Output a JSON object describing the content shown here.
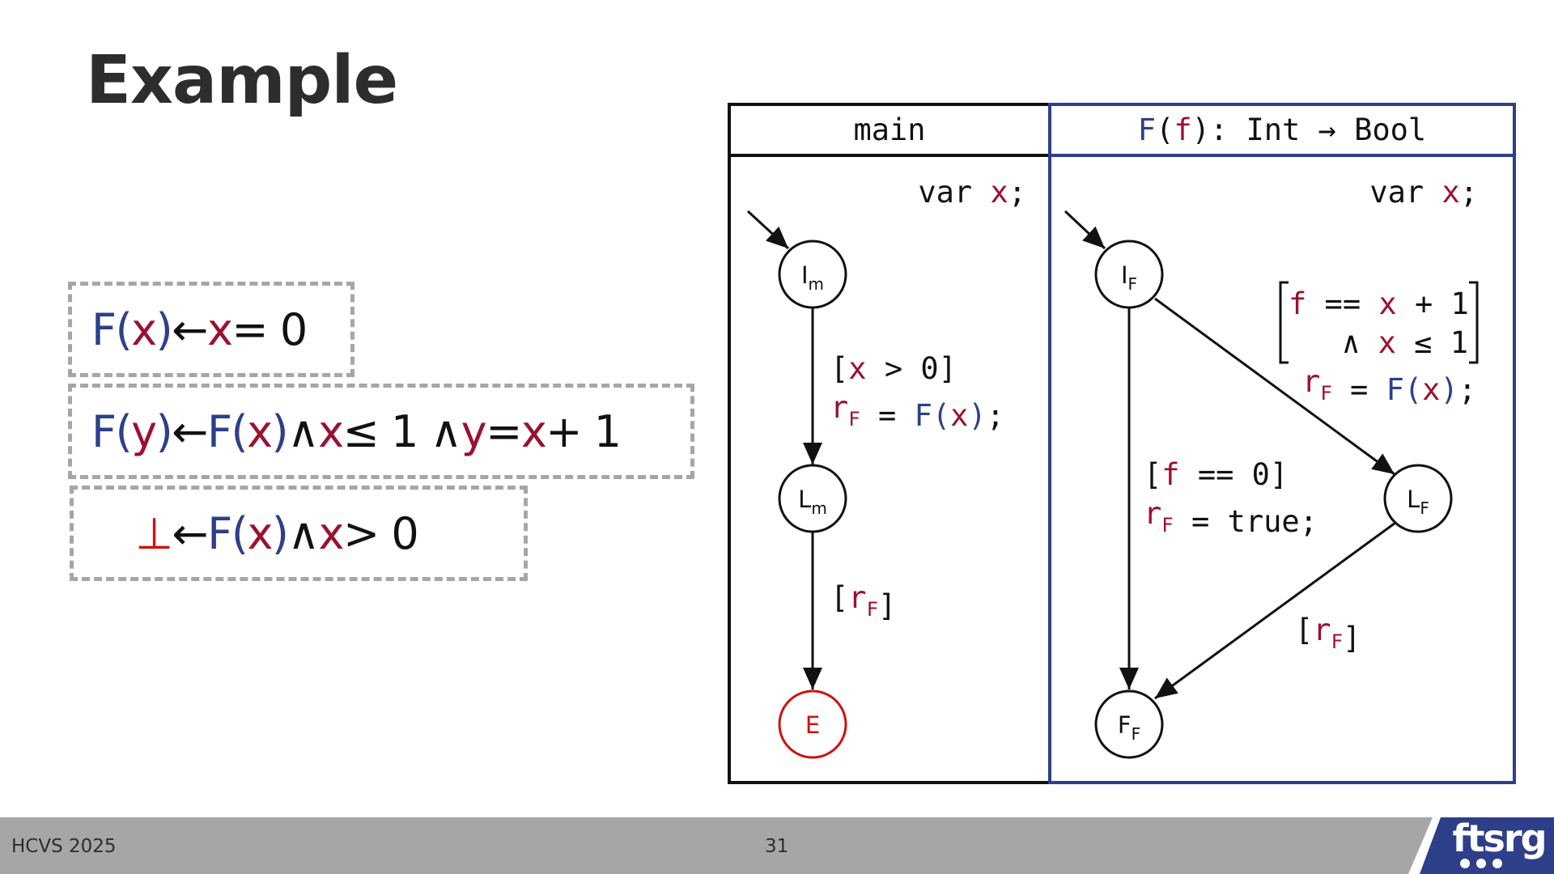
{
  "slide": {
    "title": "Example",
    "footer_left": "HCVS 2025",
    "page_number": "31",
    "logo_text": "ftsrg"
  },
  "rules": [
    {
      "parts": [
        {
          "t": "F",
          "c": "blue"
        },
        {
          "t": "(",
          "c": "blue"
        },
        {
          "t": "x",
          "c": "red"
        },
        {
          "t": ")",
          "c": "blue"
        },
        {
          "t": " ← ",
          "c": "black"
        },
        {
          "t": "x",
          "c": "red"
        },
        {
          "t": " = 0",
          "c": "black"
        }
      ]
    },
    {
      "parts": [
        {
          "t": "F",
          "c": "blue"
        },
        {
          "t": "(",
          "c": "blue"
        },
        {
          "t": "y",
          "c": "red"
        },
        {
          "t": ")",
          "c": "blue"
        },
        {
          "t": " ← ",
          "c": "black"
        },
        {
          "t": "F",
          "c": "blue"
        },
        {
          "t": "(",
          "c": "blue"
        },
        {
          "t": "x",
          "c": "red"
        },
        {
          "t": ")",
          "c": "blue"
        },
        {
          "t": " ∧ ",
          "c": "black"
        },
        {
          "t": "x",
          "c": "red"
        },
        {
          "t": " ≤ 1 ∧ ",
          "c": "black"
        },
        {
          "t": "y",
          "c": "red"
        },
        {
          "t": " = ",
          "c": "black"
        },
        {
          "t": "x",
          "c": "red"
        },
        {
          "t": " + 1",
          "c": "black"
        }
      ]
    },
    {
      "parts": [
        {
          "t": "⊥",
          "c": "bright"
        },
        {
          "t": " ← ",
          "c": "black"
        },
        {
          "t": "F",
          "c": "blue"
        },
        {
          "t": "(",
          "c": "blue"
        },
        {
          "t": "x",
          "c": "red"
        },
        {
          "t": ")",
          "c": "blue"
        },
        {
          "t": " ∧ ",
          "c": "black"
        },
        {
          "t": "x",
          "c": "red"
        },
        {
          "t": " > 0",
          "c": "black"
        }
      ]
    }
  ],
  "main_panel": {
    "header": "main",
    "var_decl": [
      {
        "t": "var ",
        "c": "black"
      },
      {
        "t": "x",
        "c": "red"
      },
      {
        "t": ";",
        "c": "black"
      }
    ],
    "nodes": [
      {
        "id": "Im",
        "label": "I",
        "sub": "m",
        "error": false
      },
      {
        "id": "Lm",
        "label": "L",
        "sub": "m",
        "error": false
      },
      {
        "id": "E",
        "label": "E",
        "sub": "",
        "error": true
      }
    ],
    "edge1_line1": [
      {
        "t": "[",
        "c": "black"
      },
      {
        "t": "x",
        "c": "red"
      },
      {
        "t": " > 0]",
        "c": "black"
      }
    ],
    "edge1_line2": [
      {
        "t": "r",
        "c": "red"
      },
      {
        "t": "F",
        "c": "red",
        "sub": true
      },
      {
        "t": " = ",
        "c": "black"
      },
      {
        "t": "F",
        "c": "blue"
      },
      {
        "t": "(",
        "c": "blue"
      },
      {
        "t": "x",
        "c": "red"
      },
      {
        "t": ")",
        "c": "blue"
      },
      {
        "t": ";",
        "c": "black"
      }
    ],
    "edge2": [
      {
        "t": "[",
        "c": "black"
      },
      {
        "t": "r",
        "c": "red"
      },
      {
        "t": "F",
        "c": "red",
        "sub": true
      },
      {
        "t": "]",
        "c": "black"
      }
    ]
  },
  "f_panel": {
    "header": [
      {
        "t": "F",
        "c": "blue"
      },
      {
        "t": "(",
        "c": "black"
      },
      {
        "t": "f",
        "c": "red"
      },
      {
        "t": "): Int → Bool",
        "c": "black"
      }
    ],
    "var_decl": [
      {
        "t": "var ",
        "c": "black"
      },
      {
        "t": "x",
        "c": "red"
      },
      {
        "t": ";",
        "c": "black"
      }
    ],
    "nodes": [
      {
        "id": "IF",
        "label": "I",
        "sub": "F"
      },
      {
        "id": "LF",
        "label": "L",
        "sub": "F"
      },
      {
        "id": "FF",
        "label": "F",
        "sub": "F"
      }
    ],
    "guard_line1": [
      {
        "t": "f",
        "c": "red"
      },
      {
        "t": " == ",
        "c": "black"
      },
      {
        "t": "x",
        "c": "red"
      },
      {
        "t": " + 1",
        "c": "black"
      }
    ],
    "guard_line2": [
      {
        "t": "∧ ",
        "c": "black"
      },
      {
        "t": "x",
        "c": "red"
      },
      {
        "t": " ≤ 1",
        "c": "black"
      }
    ],
    "assign_call": [
      {
        "t": "r",
        "c": "red"
      },
      {
        "t": "F",
        "c": "red",
        "sub": true
      },
      {
        "t": " = ",
        "c": "black"
      },
      {
        "t": "F",
        "c": "blue"
      },
      {
        "t": "(",
        "c": "blue"
      },
      {
        "t": "x",
        "c": "red"
      },
      {
        "t": ")",
        "c": "blue"
      },
      {
        "t": ";",
        "c": "black"
      }
    ],
    "base_line1": [
      {
        "t": "[",
        "c": "black"
      },
      {
        "t": "f",
        "c": "red"
      },
      {
        "t": " == 0]",
        "c": "black"
      }
    ],
    "base_line2": [
      {
        "t": "r",
        "c": "red"
      },
      {
        "t": "F",
        "c": "red",
        "sub": true
      },
      {
        "t": " = true;",
        "c": "black"
      }
    ],
    "return_edge": [
      {
        "t": "[",
        "c": "black"
      },
      {
        "t": "r",
        "c": "red"
      },
      {
        "t": "F",
        "c": "red",
        "sub": true
      },
      {
        "t": "]",
        "c": "black"
      }
    ]
  },
  "colors": {
    "blue": "#2e3f8a",
    "red": "#9c1030",
    "bright": "#d01010",
    "black": "#111111",
    "panel_blue": "#2e3f8a",
    "footer": "#a6a6a6"
  }
}
